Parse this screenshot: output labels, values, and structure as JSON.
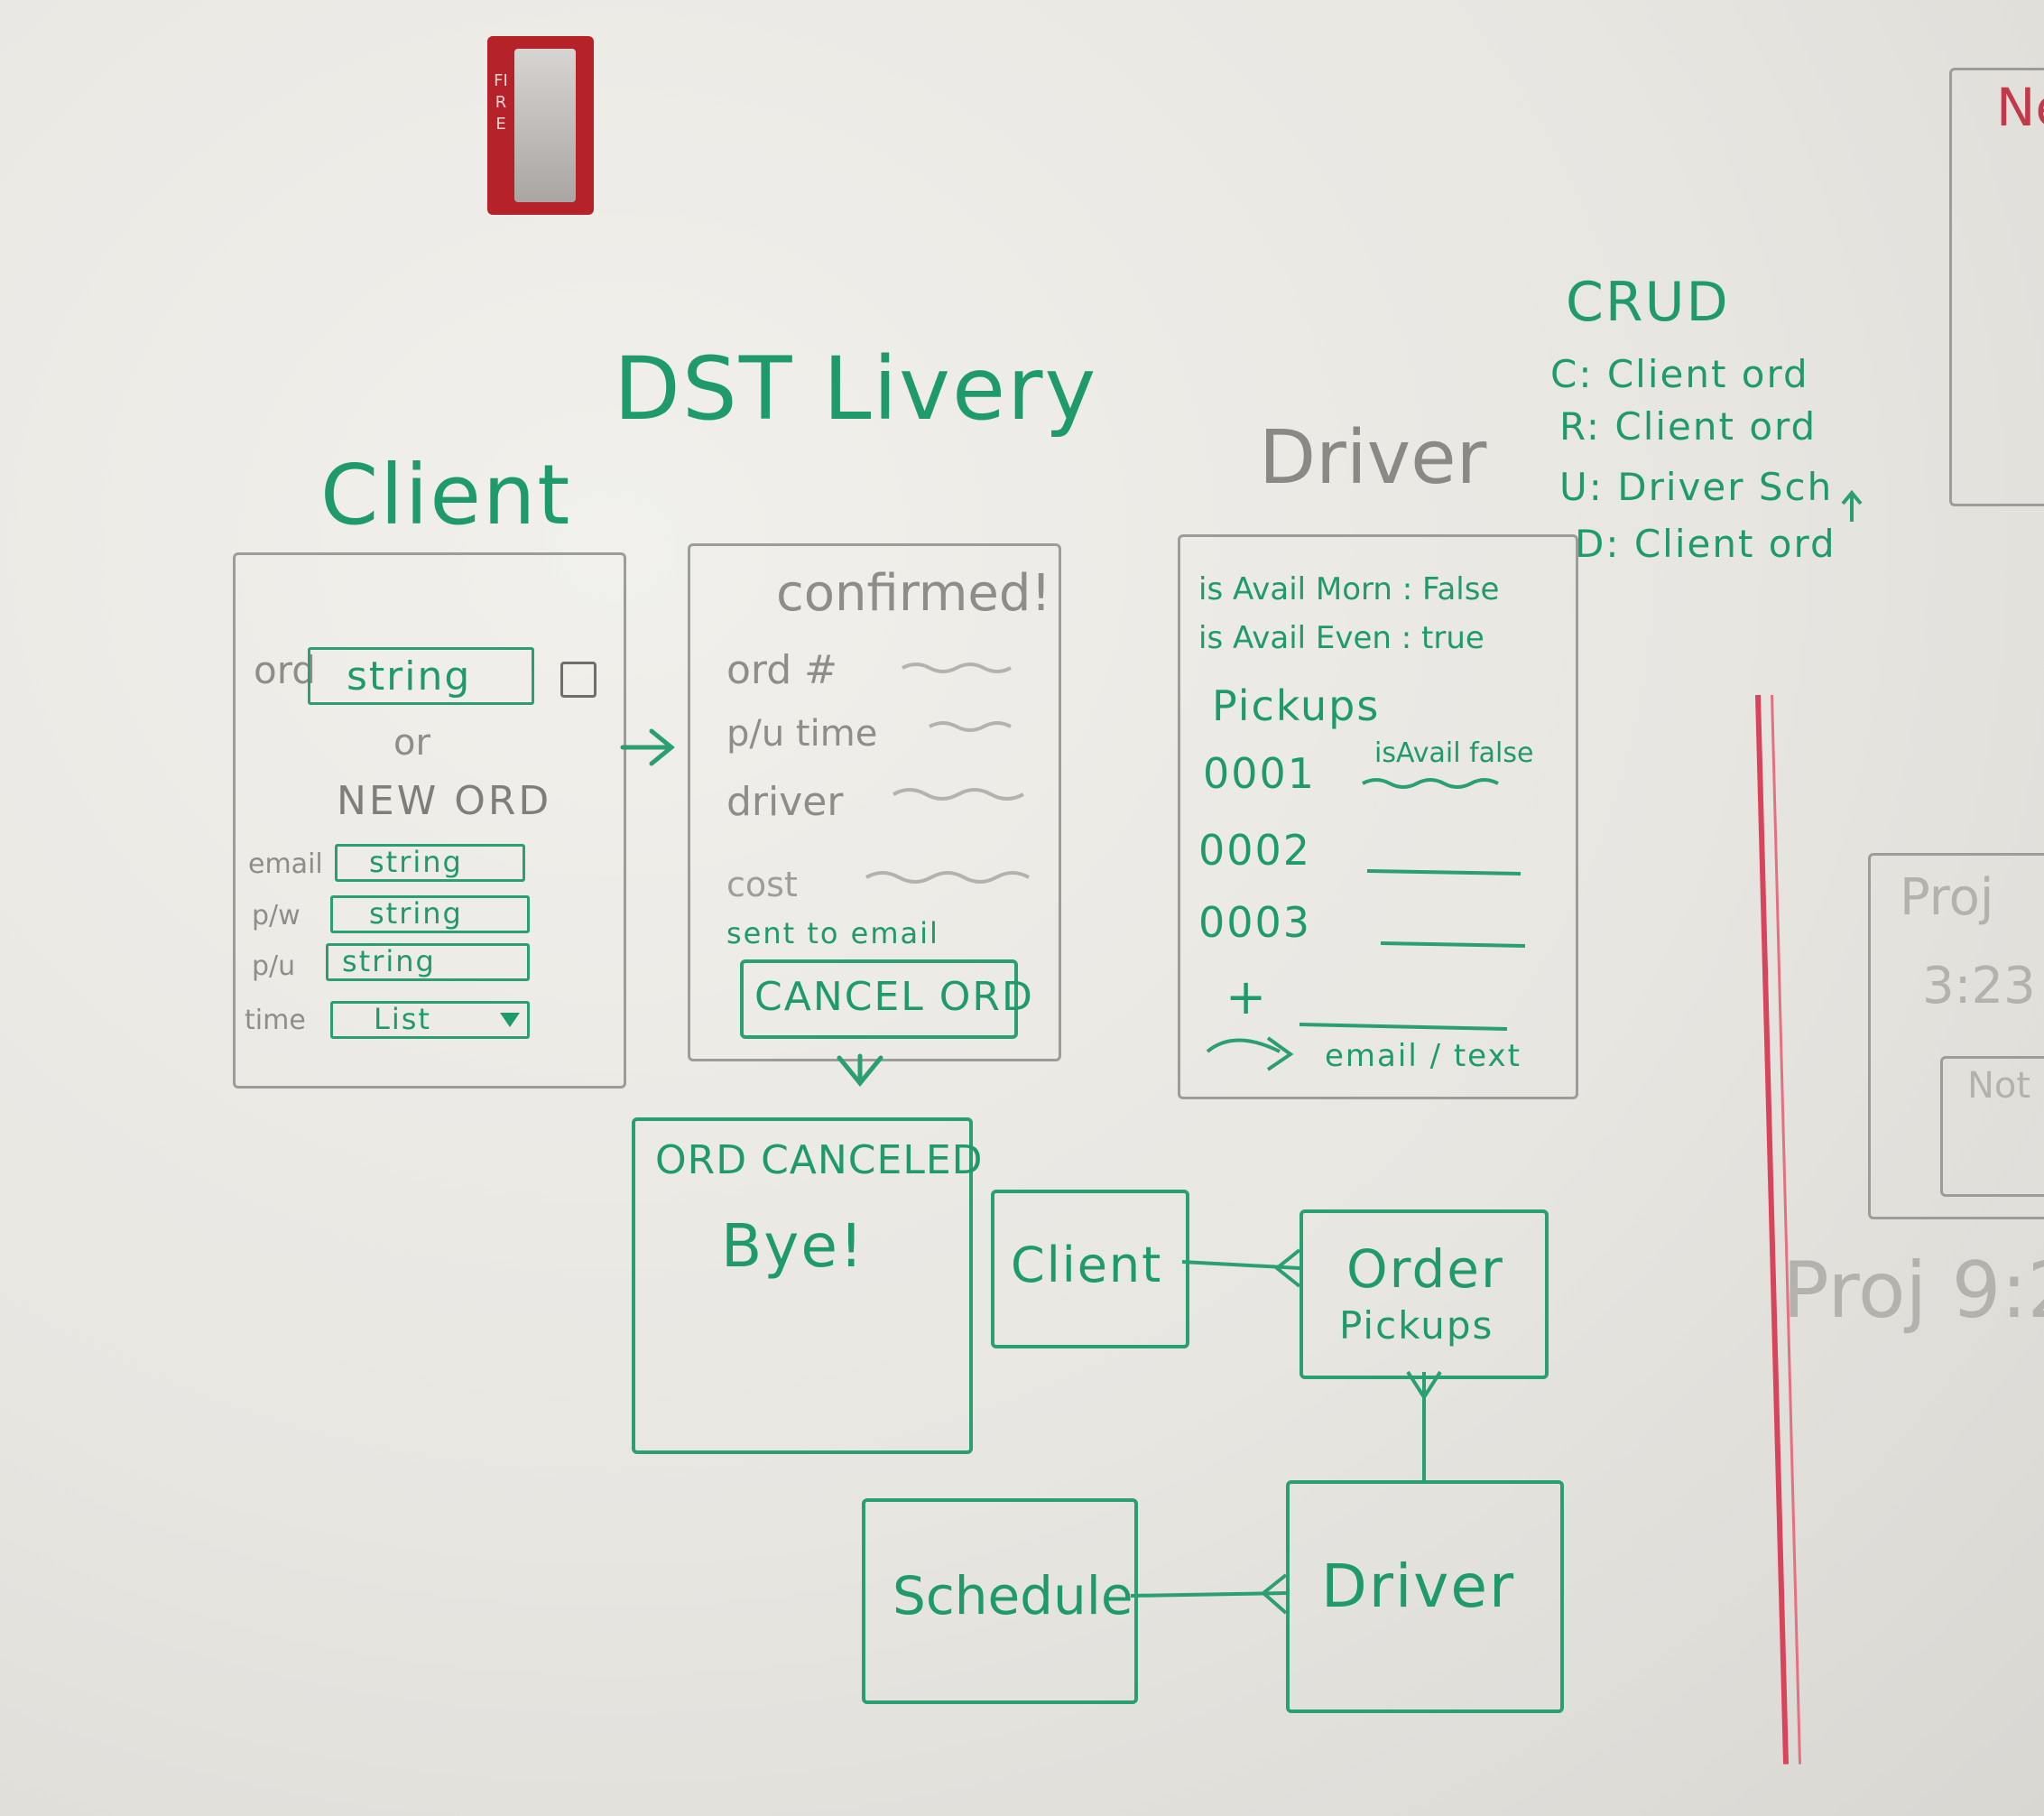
{
  "title": "DST Livery",
  "client_screen": {
    "heading": "Client",
    "ord_label": "ord",
    "ord_field": "string",
    "or_text": "or",
    "new_ord": "NEW ORD",
    "fields": [
      {
        "label": "email",
        "value": "string"
      },
      {
        "label": "p/w",
        "value": "string"
      },
      {
        "label": "p/u",
        "value": "string"
      },
      {
        "label": "time",
        "value": "List"
      }
    ]
  },
  "confirmed_screen": {
    "heading": "confirmed!",
    "rows": [
      "ord #",
      "p/u time",
      "driver",
      "cost"
    ],
    "sent_note": "sent to email",
    "cancel_button": "CANCEL ORD"
  },
  "canceled_screen": {
    "line1": "ORD CANCELED",
    "line2": "Bye!"
  },
  "driver_screen": {
    "heading": "Driver",
    "avail_morn": "is Avail Morn : False",
    "avail_even": "is Avail Even : true",
    "pickups_label": "Pickups",
    "pickups": [
      {
        "id": "0001",
        "note": "isAvail false"
      },
      {
        "id": "0002",
        "note": ""
      },
      {
        "id": "0003",
        "note": ""
      }
    ],
    "add_symbol": "+",
    "email_text": "email / text"
  },
  "crud": {
    "heading": "CRUD",
    "lines": [
      "C: Client ord",
      "R: Client ord",
      "U: Driver Sch",
      "D: Client ord"
    ]
  },
  "erd": {
    "client": "Client",
    "order": "Order",
    "pickups": "Pickups",
    "driver": "Driver",
    "schedule": "Schedule"
  },
  "alarm": {
    "text": "FIRE"
  },
  "right_notes": {
    "top_fragment": "Ne",
    "proj1": "Proj",
    "time1": "3:23",
    "note": "Not",
    "proj2": "Proj 9:2"
  },
  "colors": {
    "marker": "#1f9a6a",
    "pencil": "#9c9c98",
    "red_line": "#d8455a",
    "alarm": "#c0262c"
  }
}
